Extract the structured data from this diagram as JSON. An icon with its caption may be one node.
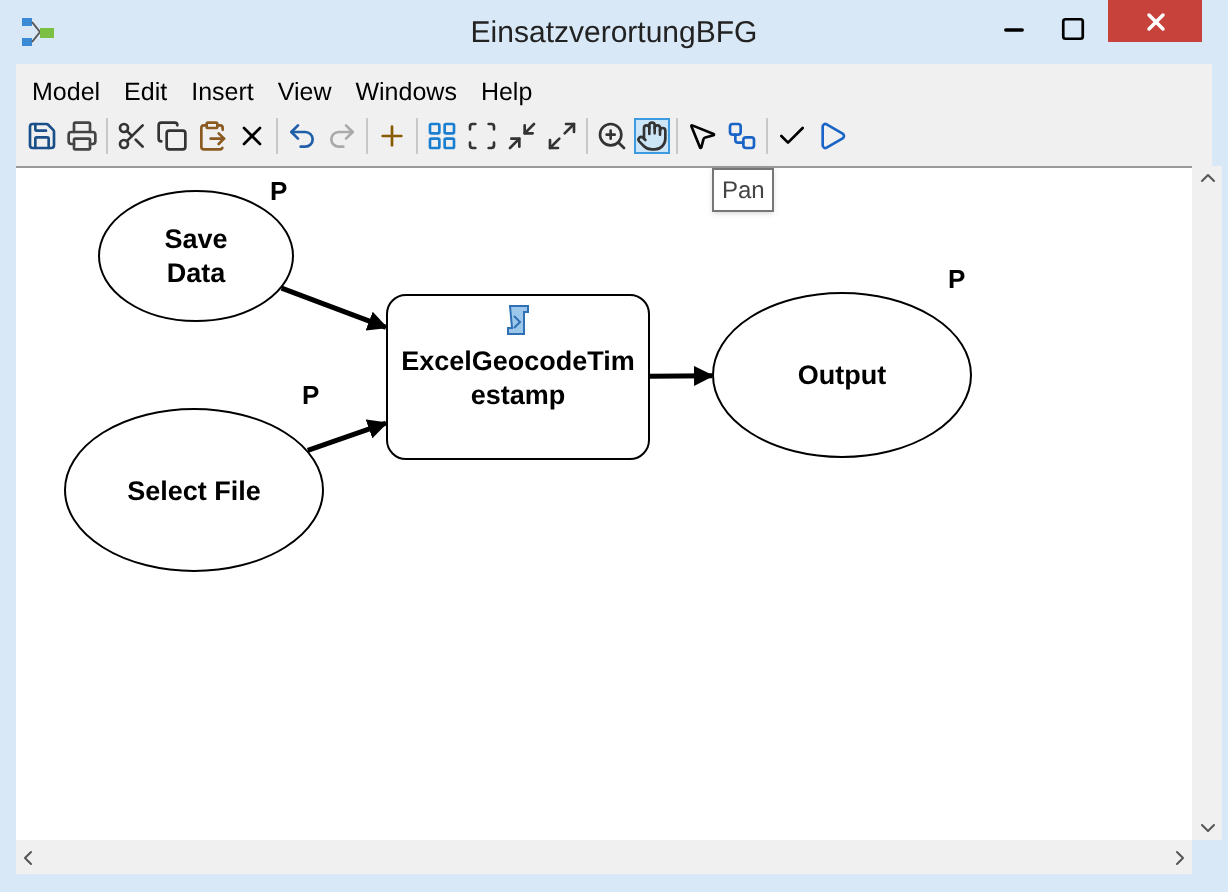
{
  "diagram": {
    "title": "EinsatzverortungBFG",
    "nodes": [
      {
        "text": [
          "Save Data"
        ],
        "beside": [
          "P"
        ]
      },
      {
        "text": [
          "Select File"
        ],
        "beside": [
          "P"
        ]
      },
      {
        "text": [
          "ExcelGeocodeTimestamp"
        ]
      },
      {
        "text": [
          "Output"
        ],
        "beside": [
          "P"
        ]
      }
    ],
    "edges": [
      {
        "from": 0,
        "to": 2,
        "arrow": "to"
      },
      {
        "from": 1,
        "to": 2,
        "arrow": "to"
      },
      {
        "from": 2,
        "to": 3,
        "arrow": "to"
      }
    ],
    "labels": [
      "Model",
      "Edit",
      "Insert",
      "View",
      "Windows",
      "Help",
      "Pan"
    ]
  }
}
